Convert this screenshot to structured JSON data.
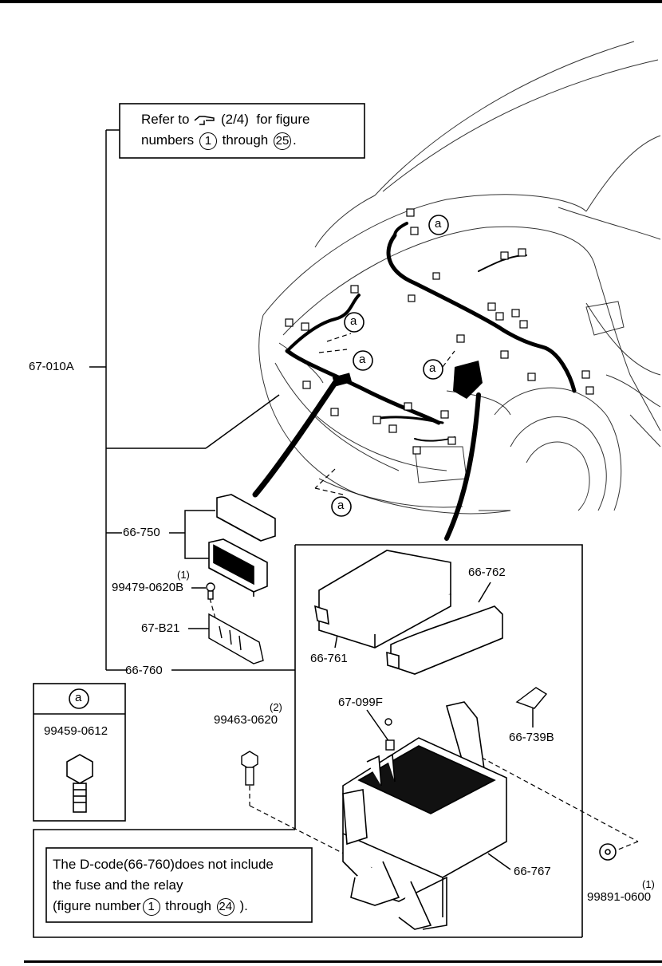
{
  "refer_note": {
    "part1": "Refer to",
    "page_ref": "(2/4)",
    "part2": "for figure",
    "part3": "numbers",
    "from_num": "1",
    "through": "through",
    "to_num": "25",
    "end": "."
  },
  "labels": {
    "main_harness": "67-010A",
    "relay_box": "66-750",
    "bolt1_qty": "(1)",
    "bolt1": "99479-0620B",
    "bracket": "67-B21",
    "fuse_block": "66-760",
    "cover_761": "66-761",
    "cover_762": "66-762",
    "fuse_099f": "67-099F",
    "clip_739b": "66-739B",
    "box_767": "66-767",
    "bolt2_qty": "(2)",
    "bolt2": "99463-0620",
    "nut_qty": "(1)",
    "nut": "99891-0600",
    "callout_a": "a"
  },
  "legend": {
    "letter": "a",
    "part": "99459-0612"
  },
  "dcode_note": {
    "line1": "The D-code(66-760)does not include",
    "line2": "the fuse and the relay",
    "line3a": "(figure number",
    "from_num": "1",
    "through": "through",
    "to_num": "24",
    "line3b": ")."
  }
}
